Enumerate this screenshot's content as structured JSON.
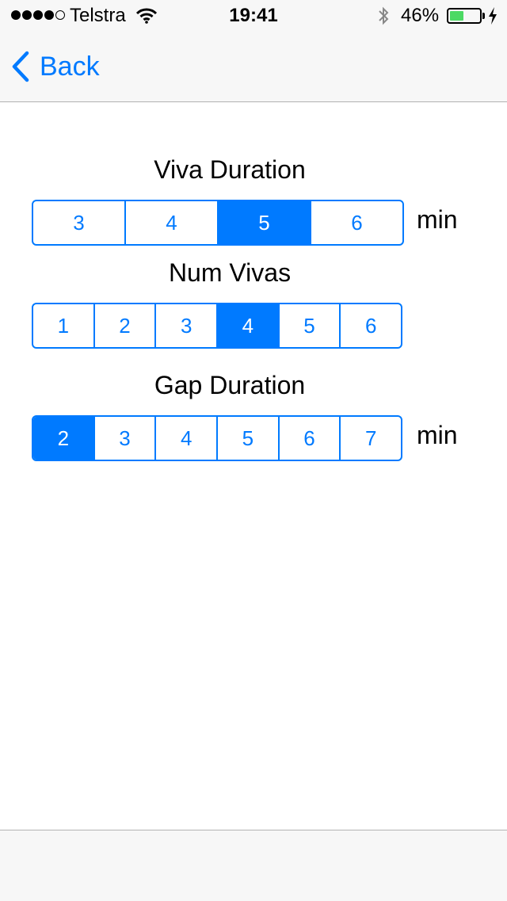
{
  "status_bar": {
    "carrier": "Telstra",
    "time": "19:41",
    "battery_percent": "46%",
    "battery_level": 0.46,
    "signal_filled": 4,
    "signal_total": 5
  },
  "nav": {
    "back_label": "Back"
  },
  "accent_color": "#007aff",
  "sections": {
    "viva_duration": {
      "title": "Viva Duration",
      "options": [
        "3",
        "4",
        "5",
        "6"
      ],
      "selected": "5",
      "unit": "min"
    },
    "num_vivas": {
      "title": "Num Vivas",
      "options": [
        "1",
        "2",
        "3",
        "4",
        "5",
        "6"
      ],
      "selected": "4"
    },
    "gap_duration": {
      "title": "Gap Duration",
      "options": [
        "2",
        "3",
        "4",
        "5",
        "6",
        "7"
      ],
      "selected": "2",
      "unit": "min"
    }
  }
}
